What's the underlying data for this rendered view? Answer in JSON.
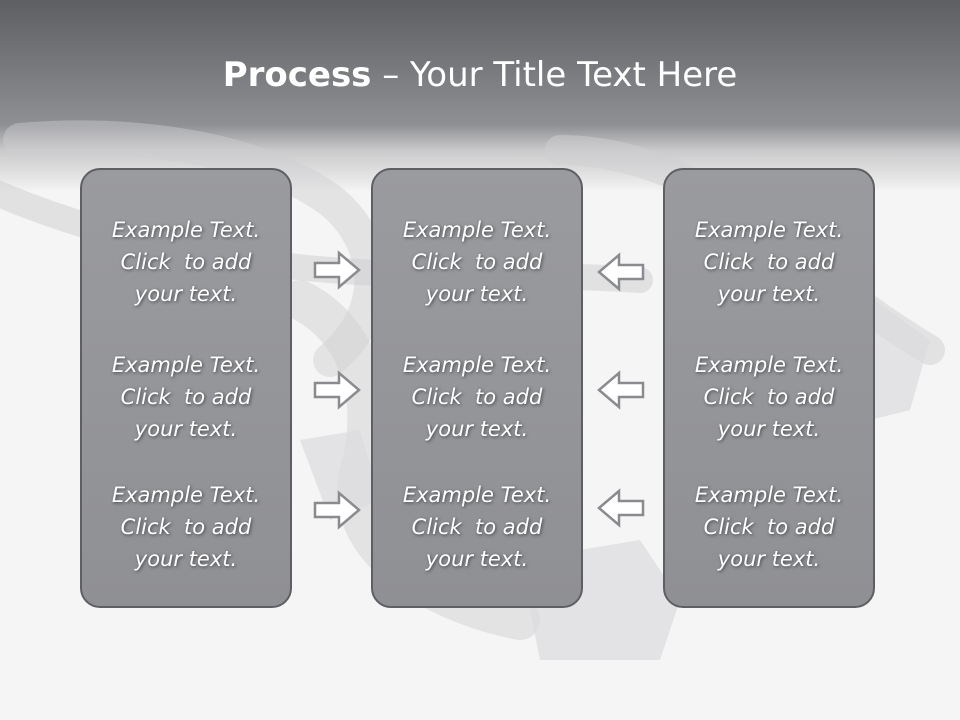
{
  "title": {
    "bold": "Process",
    "rest": " – Your Title Text Here"
  },
  "columns": [
    {
      "items": [
        {
          "line1": "Example Text.",
          "line2": "Click  to add",
          "line3": "your text."
        },
        {
          "line1": "Example Text.",
          "line2": "Click  to add",
          "line3": "your text."
        },
        {
          "line1": "Example Text.",
          "line2": "Click  to add",
          "line3": "your text."
        }
      ]
    },
    {
      "items": [
        {
          "line1": "Example Text.",
          "line2": "Click  to add",
          "line3": "your text."
        },
        {
          "line1": "Example Text.",
          "line2": "Click  to add",
          "line3": "your text."
        },
        {
          "line1": "Example Text.",
          "line2": "Click  to add",
          "line3": "your text."
        }
      ]
    },
    {
      "items": [
        {
          "line1": "Example Text.",
          "line2": "Click  to add",
          "line3": "your text."
        },
        {
          "line1": "Example Text.",
          "line2": "Click  to add",
          "line3": "your text."
        },
        {
          "line1": "Example Text.",
          "line2": "Click  to add",
          "line3": "your text."
        }
      ]
    }
  ],
  "arrows": {
    "left_group": "right",
    "right_group": "left"
  },
  "colors": {
    "header": "#6b6c70",
    "box_fill": "#95969a",
    "box_border": "#5e5f63",
    "text": "#ffffff",
    "background": "#f5f5f5"
  }
}
